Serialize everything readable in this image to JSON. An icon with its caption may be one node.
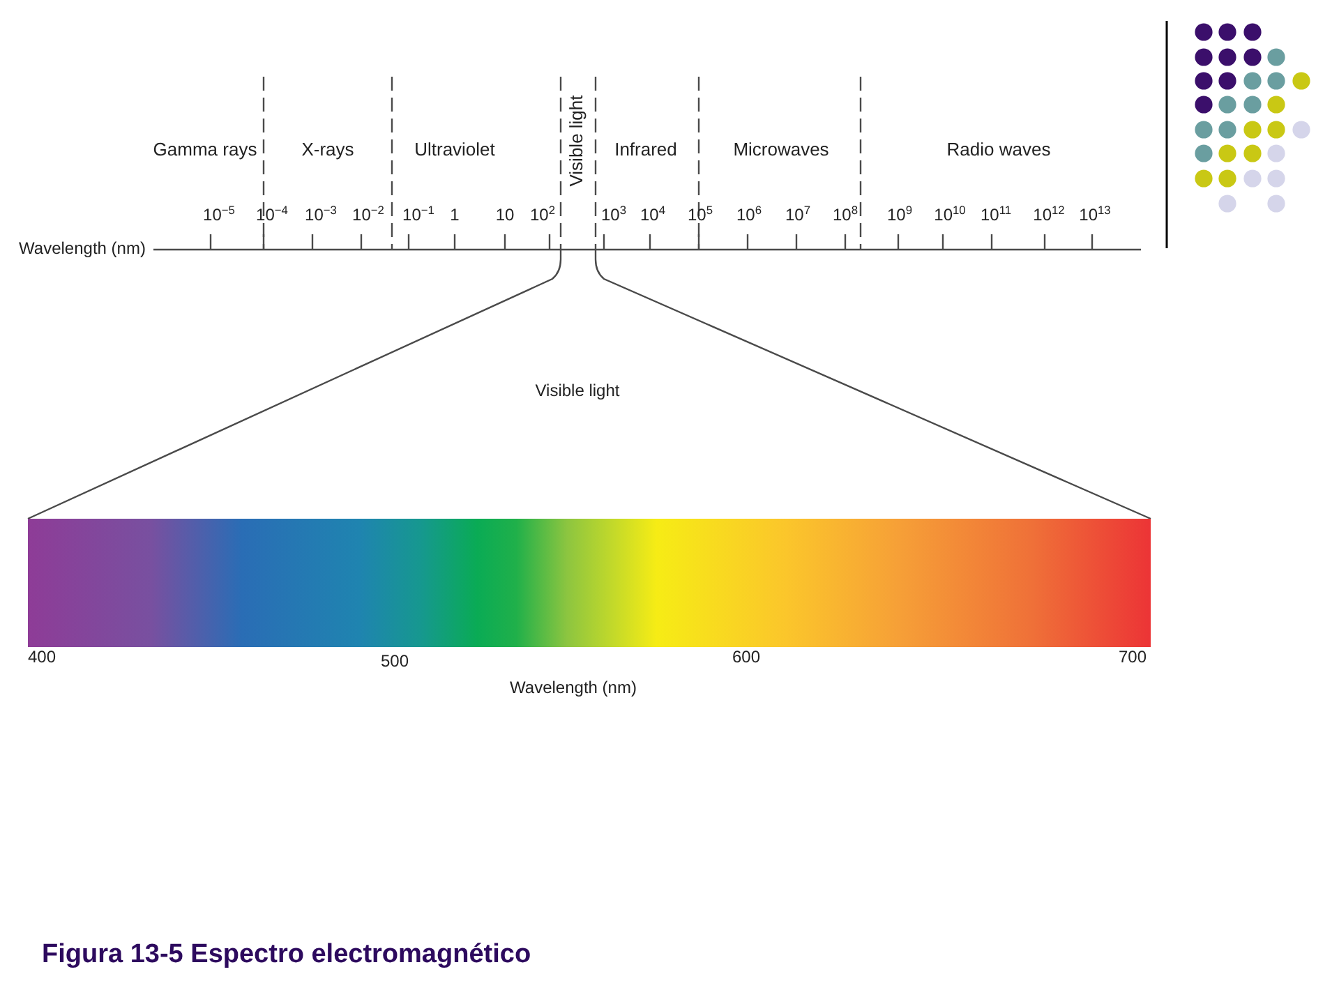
{
  "diagram": {
    "caption": "Figura 13-5 Espectro electromagnético",
    "labels": [
      "Gamma rays",
      "X-rays",
      "Ultraviolet",
      "Visible light",
      "Infrared",
      "Microwaves",
      "Radio waves",
      "10$^{−5}$",
      "10$^{−4}$",
      "10$^{−3}$",
      "10$^{−2}$",
      "10$^{−1}$",
      "1",
      "10",
      "10$^{2}$",
      "10$^{3}$",
      "10$^{4}$",
      "10$^{5}$",
      "10$^{6}$",
      "10$^{7}$",
      "10$^{8}$",
      "10$^{9}$",
      "10$^{10}$",
      "10$^{11}$",
      "10$^{12}$",
      "10$^{13}$",
      "Wavelength (nm)",
      "Visible light",
      "400",
      "500",
      "600",
      "700",
      "Wavelength (nm)"
    ]
  }
}
